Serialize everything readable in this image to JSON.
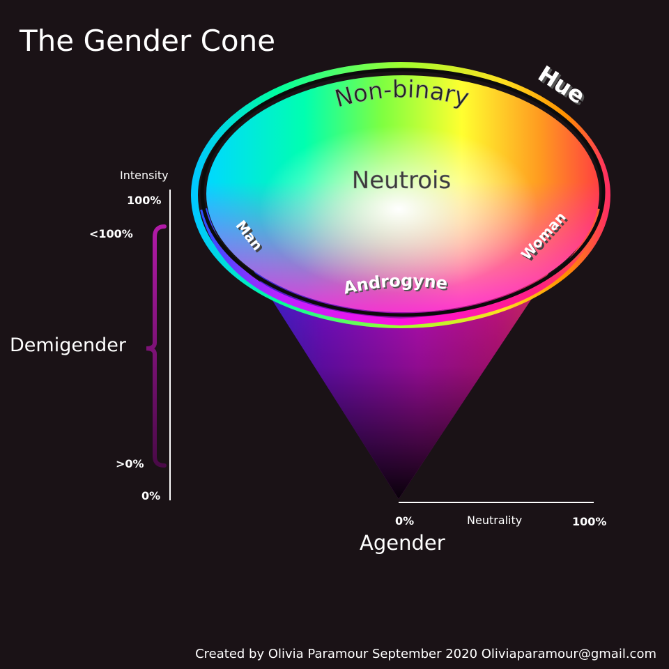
{
  "title": "The Gender Cone",
  "credit": "Created by Olivia Paramour September 2020 Oliviaparamour@gmail.com",
  "cone_labels": {
    "non_binary": "Non-binary",
    "neutrois": "Neutrois",
    "man": "Man",
    "woman": "Woman",
    "androgyne": "Androgyne",
    "hue": "Hue"
  },
  "intensity_axis": {
    "title": "Intensity",
    "ticks": [
      "100%",
      "<100%",
      ">0%",
      "0%"
    ]
  },
  "demigender_label": "Demigender",
  "neutrality_axis": {
    "title": "Neutrality",
    "min_label": "0%",
    "max_label": "100%"
  },
  "agender_label": "Agender",
  "colors": {
    "background": "#1a1216",
    "bracket": "#a0179a",
    "text": "#ffffff"
  }
}
